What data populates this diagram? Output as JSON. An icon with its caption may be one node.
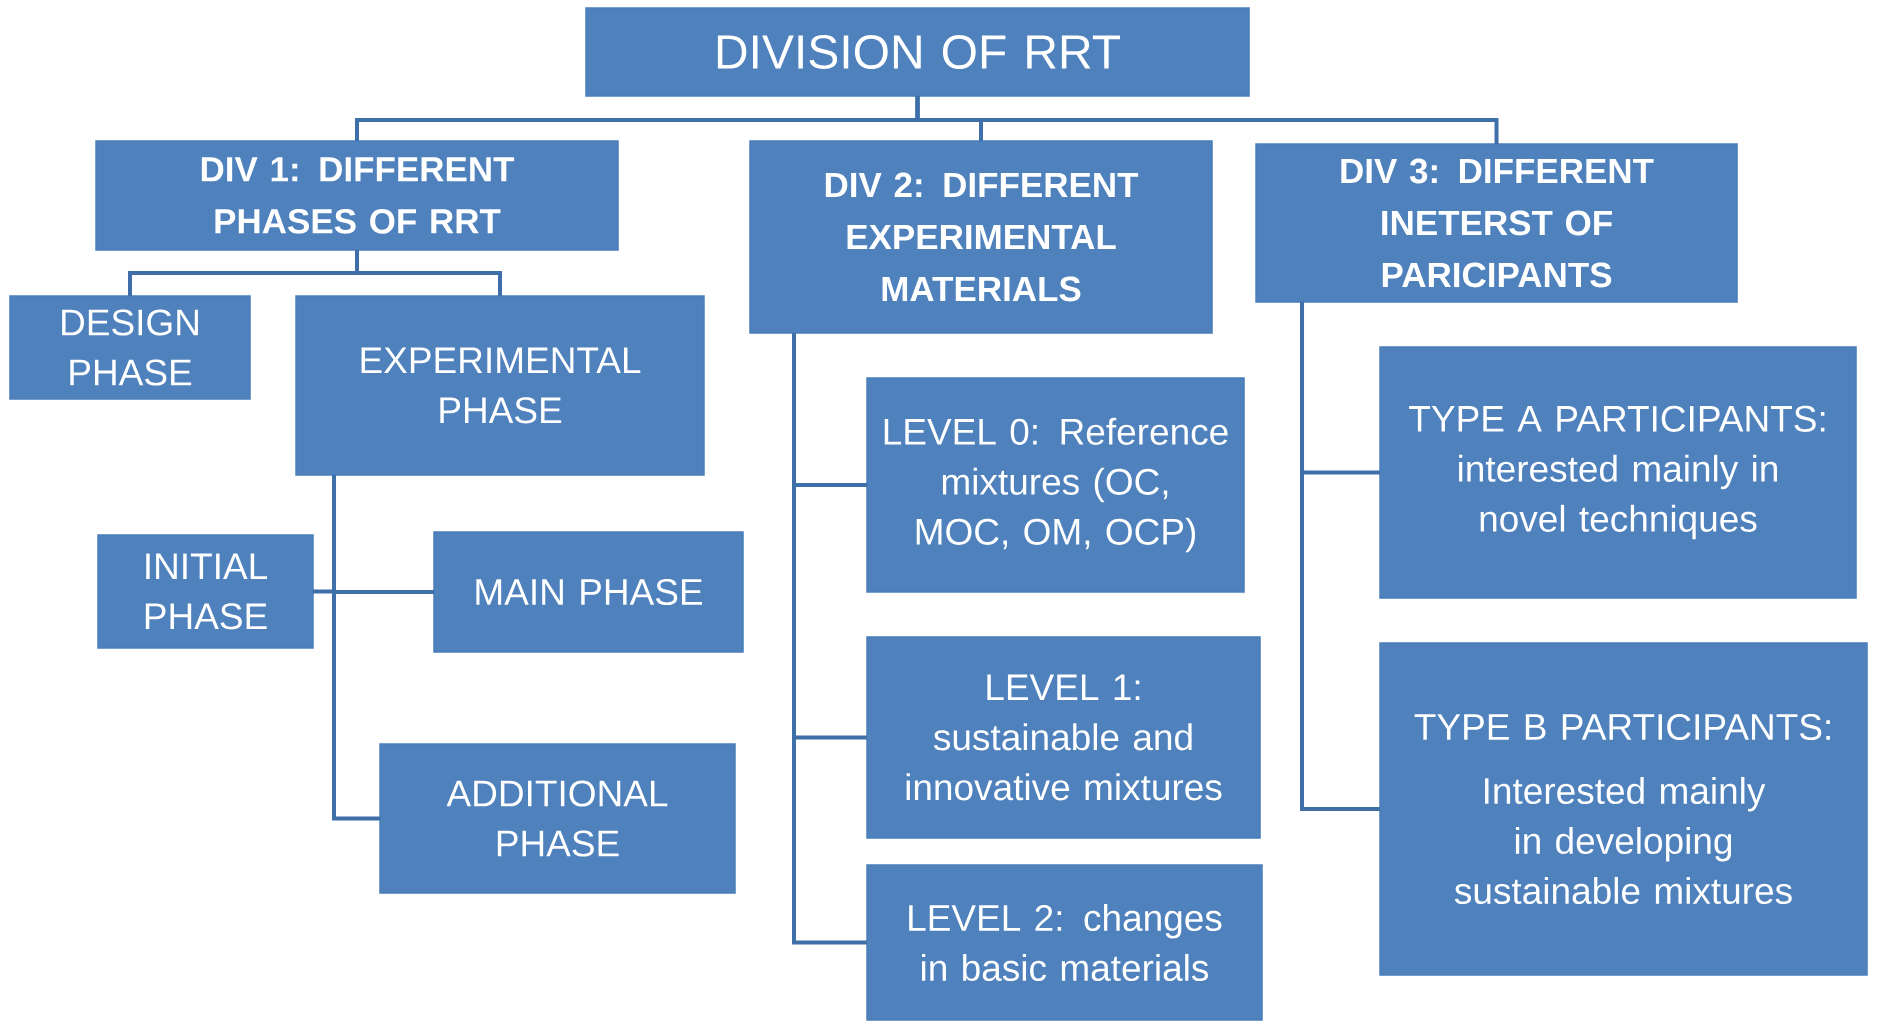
{
  "diagram": {
    "nodes": [
      {
        "text": [
          "DIVISION OF RRT"
        ]
      },
      {
        "text": [
          "DIV 1: DIFFERENT PHASES OF RRT"
        ]
      },
      {
        "text": [
          "DIV 2: DIFFERENT EXPERIMENTAL MATERIALS"
        ]
      },
      {
        "text": [
          "DIV 3: DIFFERENT INETERST OF PARICIPANTS"
        ]
      },
      {
        "text": [
          "DESIGN PHASE"
        ]
      },
      {
        "text": [
          "EXPERIMENTAL PHASE"
        ]
      },
      {
        "text": [
          "INITIAL PHASE"
        ]
      },
      {
        "text": [
          "MAIN PHASE"
        ]
      },
      {
        "text": [
          "ADDITIONAL PHASE"
        ]
      },
      {
        "text": [
          "LEVEL 0: Reference mixtures (OC, MOC, OM, OCP)"
        ]
      },
      {
        "text": [
          "LEVEL 1: sustainable and innovative mixtures"
        ]
      },
      {
        "text": [
          "LEVEL 2: changes in basic materials"
        ]
      },
      {
        "text": [
          "TYPE A PARTICIPANTS: interested mainly in novel techniques"
        ]
      },
      {
        "text": [
          "TYPE B PARTICIPANTS:",
          "Interested mainly in developing sustainable mixtures"
        ]
      }
    ],
    "edges": [
      {
        "from": 0,
        "to": 1,
        "arrow": "none"
      },
      {
        "from": 0,
        "to": 2,
        "arrow": "none"
      },
      {
        "from": 0,
        "to": 3,
        "arrow": "none"
      },
      {
        "from": 1,
        "to": 4,
        "arrow": "none"
      },
      {
        "from": 1,
        "to": 5,
        "arrow": "none"
      },
      {
        "from": 5,
        "to": 6,
        "arrow": "none"
      },
      {
        "from": 5,
        "to": 7,
        "arrow": "none"
      },
      {
        "from": 5,
        "to": 8,
        "arrow": "none"
      },
      {
        "from": 2,
        "to": 9,
        "arrow": "none"
      },
      {
        "from": 2,
        "to": 10,
        "arrow": "none"
      },
      {
        "from": 2,
        "to": 11,
        "arrow": "none"
      },
      {
        "from": 3,
        "to": 12,
        "arrow": "none"
      },
      {
        "from": 3,
        "to": 13,
        "arrow": "none"
      }
    ]
  }
}
